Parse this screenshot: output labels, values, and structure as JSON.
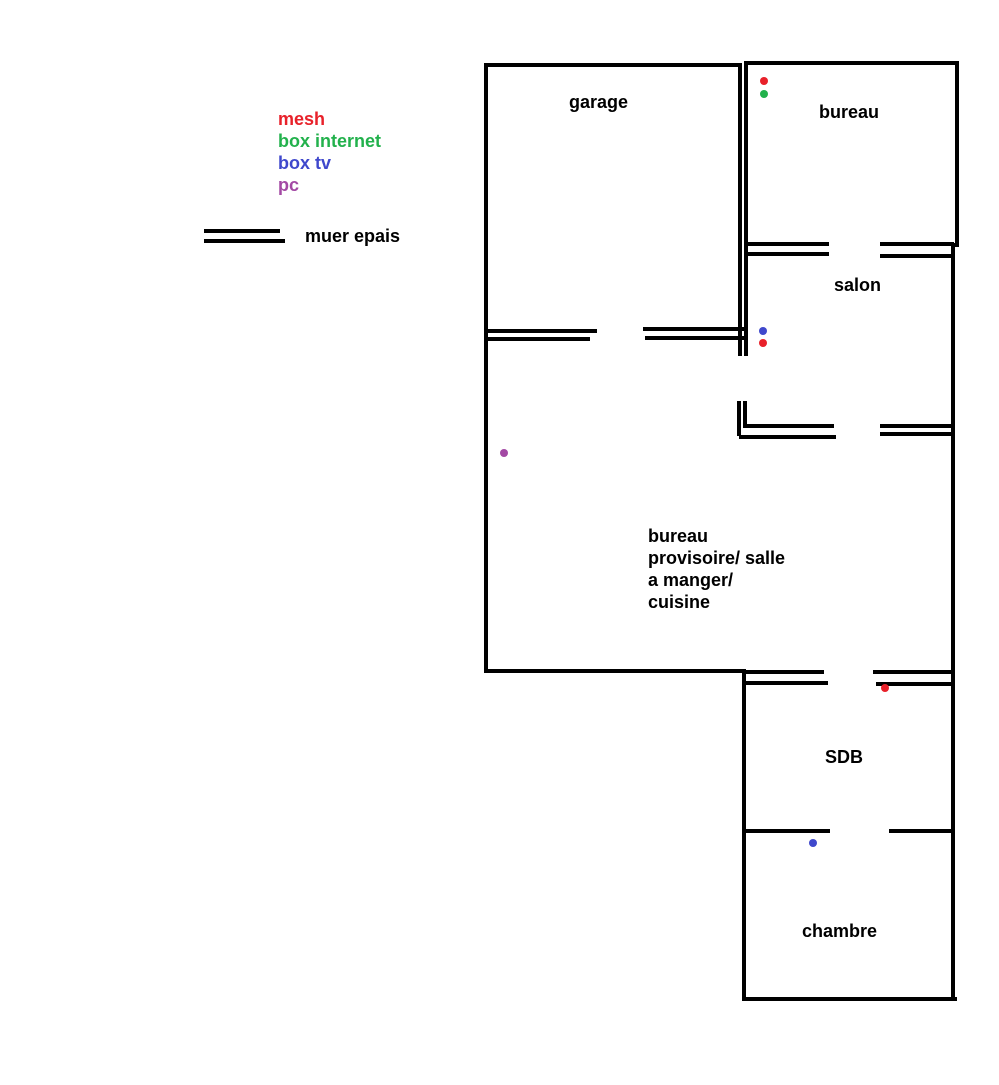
{
  "colors": {
    "mesh": "#e8212a",
    "box_internet": "#22b14c",
    "box_tv": "#3f48cc",
    "pc": "#a349a4",
    "wall": "#000000",
    "background": "#ffffff"
  },
  "legend": {
    "mesh": "mesh",
    "box_internet": "box internet",
    "box_tv": "box tv",
    "pc": "pc",
    "thick_wall": "muer epais"
  },
  "rooms": {
    "garage": "garage",
    "bureau": "bureau",
    "salon": "salon",
    "main_line1": "bureau",
    "main_line2": "provisoire/ salle",
    "main_line3": "a manger/",
    "main_line4": "cuisine",
    "sdb": "SDB",
    "chambre": "chambre"
  },
  "devices": [
    {
      "type": "mesh",
      "room": "bureau"
    },
    {
      "type": "box_internet",
      "room": "bureau"
    },
    {
      "type": "box_tv",
      "room": "salon"
    },
    {
      "type": "mesh",
      "room": "salon"
    },
    {
      "type": "pc",
      "room": "bureau provisoire/ salle a manger/ cuisine"
    },
    {
      "type": "mesh",
      "room": "SDB"
    },
    {
      "type": "box_tv",
      "room": "chambre"
    }
  ]
}
